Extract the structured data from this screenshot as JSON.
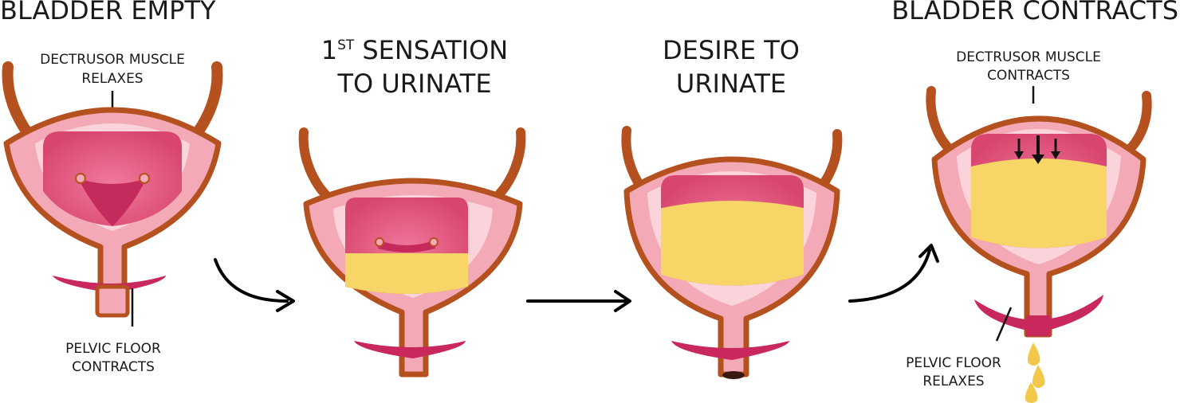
{
  "stages": [
    {
      "id": "bladder-empty",
      "title": "BLADDER EMPTY",
      "muscle_label": [
        "DECTRUSOR MUSCLE",
        "RELAXES"
      ],
      "floor_label": [
        "PELVIC FLOOR",
        "CONTRACTS"
      ]
    },
    {
      "id": "first-sensation",
      "title_line1_main": "1",
      "title_line1_sup": "ST",
      "title_line1_rest": "SENSATION",
      "title_line2": "TO URINATE"
    },
    {
      "id": "desire",
      "title_line1": "DESIRE TO",
      "title_line2": "URINATE"
    },
    {
      "id": "bladder-contracts",
      "title": "BLADDER CONTRACTS",
      "muscle_label": [
        "DECTRUSOR MUSCLE",
        "CONTRACTS"
      ],
      "floor_label": [
        "PELVIC FLOOR",
        "RELAXES"
      ]
    }
  ],
  "colors": {
    "wall": "#b5501f",
    "outer": "#f3a9b6",
    "inner_rim": "#fbd3da",
    "cavity": "#d8456e",
    "trigone": "#c42a5c",
    "urine": "#f7d567",
    "floor": "#c8285c",
    "drop": "#f2c84b",
    "arrow": "#000000"
  }
}
